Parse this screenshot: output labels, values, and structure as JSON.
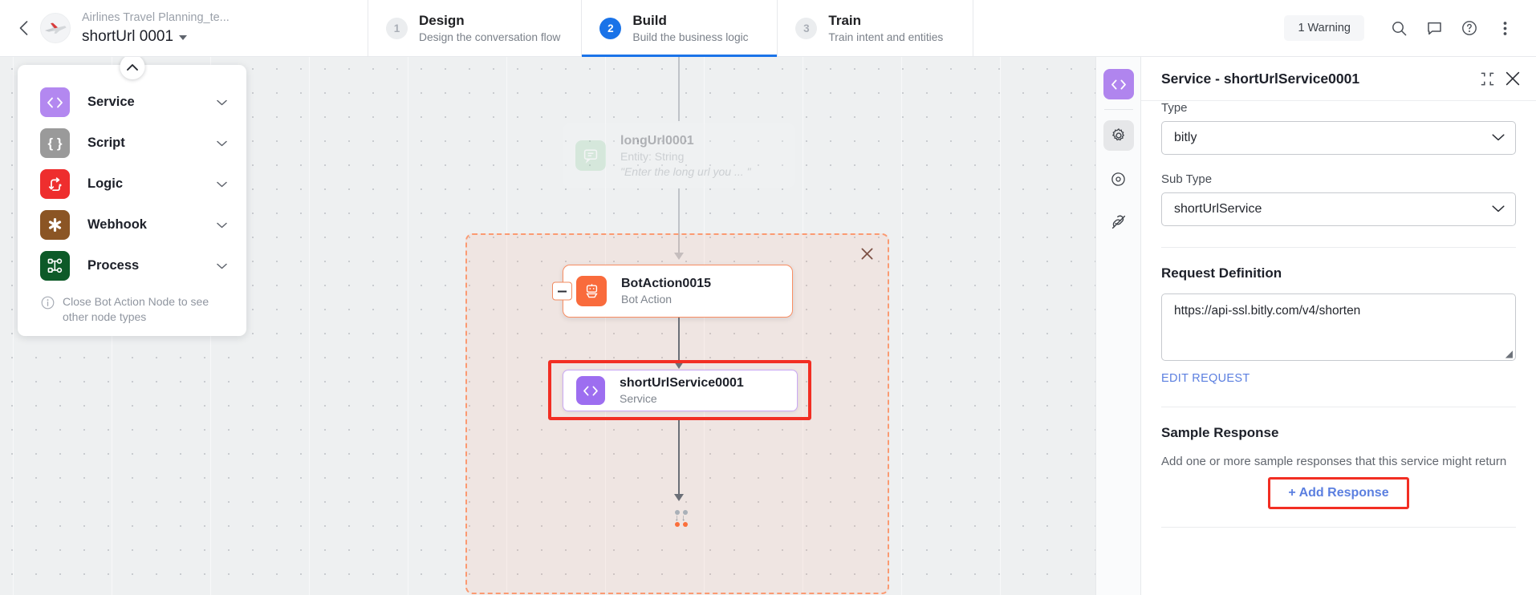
{
  "topbar": {
    "back_icon": "chevron-left-icon",
    "bot_name": "Airlines Travel Planning_te...",
    "flow_name": "shortUrl 0001",
    "steps": [
      {
        "number": "1",
        "title": "Design",
        "subtitle": "Design the conversation flow",
        "active": false
      },
      {
        "number": "2",
        "title": "Build",
        "subtitle": "Build the business logic",
        "active": true
      },
      {
        "number": "3",
        "title": "Train",
        "subtitle": "Train intent and entities",
        "active": false
      }
    ],
    "warning_label": "1 Warning",
    "actions": [
      "search-icon",
      "comment-icon",
      "help-icon",
      "more-vertical-icon"
    ]
  },
  "palette": {
    "collapse_icon": "chevron-up-icon",
    "items": [
      {
        "label": "Service",
        "icon": "code-icon",
        "color": "#b388f0"
      },
      {
        "label": "Script",
        "icon": "braces-icon",
        "color": "#9a9a9a"
      },
      {
        "label": "Logic",
        "icon": "branch-icon",
        "color": "#ee2e2e"
      },
      {
        "label": "Webhook",
        "icon": "asterisk-icon",
        "color": "#8b5524"
      },
      {
        "label": "Process",
        "icon": "process-icon",
        "color": "#0d5a28"
      }
    ],
    "note": "Close Bot Action Node to see other node types"
  },
  "canvas": {
    "group_close_icon": "close-icon",
    "nodes": [
      {
        "title": "longUrl0001",
        "subtitle": "Entity: String",
        "hint": "\"Enter the long url you ... \"",
        "icon": "entity-icon",
        "color": "#9ed5ab"
      },
      {
        "title": "BotAction0015",
        "subtitle": "Bot Action",
        "icon": "robot-icon",
        "color": "#f96b3c"
      },
      {
        "title": "shortUrlService0001",
        "subtitle": "Service",
        "icon": "code-icon",
        "color": "#9d6ef0"
      }
    ],
    "collapse_toggle": "minus-icon"
  },
  "rail": {
    "buttons": [
      {
        "icon": "code-icon",
        "state": "active"
      },
      {
        "icon": "gear-icon",
        "state": "selected"
      },
      {
        "icon": "target-icon",
        "state": "normal"
      },
      {
        "icon": "plug-off-icon",
        "state": "normal"
      }
    ]
  },
  "panel": {
    "title": "Service - shortUrlService0001",
    "collapse_icon": "collapse-icon",
    "close_icon": "close-icon",
    "type_label": "Type",
    "type_value": "bitly",
    "sub_type_label": "Sub Type",
    "sub_type_value": "shortUrlService",
    "request_title": "Request Definition",
    "request_value": "https://api-ssl.bitly.com/v4/shorten",
    "edit_request_label": "EDIT REQUEST",
    "sample_title": "Sample Response",
    "sample_help": "Add one or more sample responses that this service might return",
    "add_response_label": "+ Add Response"
  },
  "colors": {
    "accent_blue": "#1a73e8",
    "link_blue": "#5b7fe0",
    "highlight_red": "#f22e23",
    "service_purple": "#b085ee",
    "botaction_orange": "#f96b3c"
  }
}
